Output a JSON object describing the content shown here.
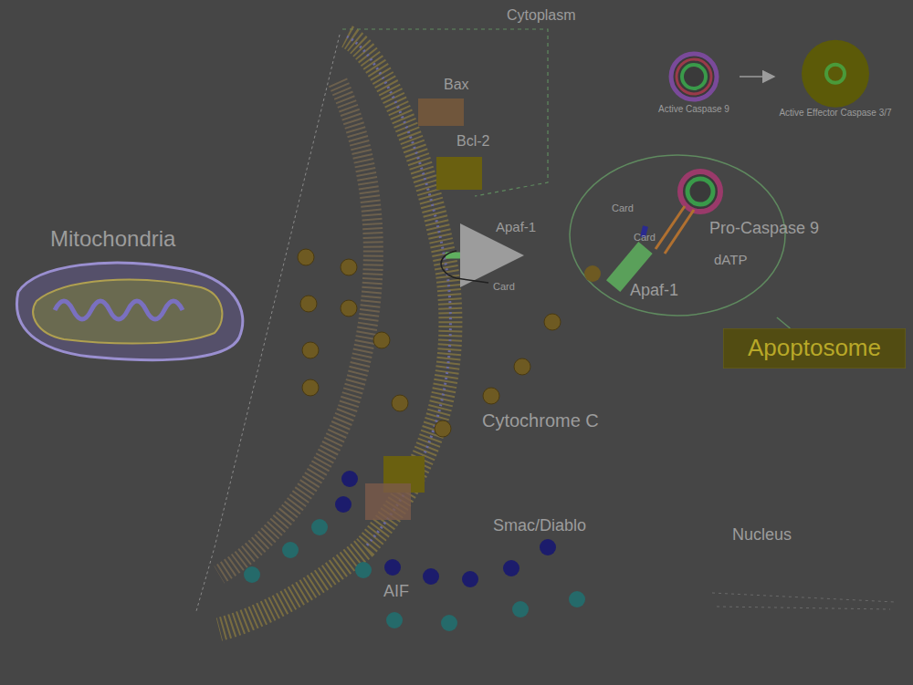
{
  "diagram": {
    "nodes": [
      {
        "text": [
          "Card",
          "Card",
          "Pro-Caspase 9",
          "dATP",
          "Apaf-1"
        ]
      },
      {
        "text": [
          "Apoptosome"
        ]
      },
      {
        "text": [
          "Active Caspase 9"
        ]
      },
      {
        "text": [
          "Active Effector Caspase 3/7"
        ]
      }
    ],
    "edges": [
      {
        "from": 0,
        "to": 1,
        "arrow": "none"
      },
      {
        "from": 2,
        "to": 3,
        "arrow": "to"
      }
    ],
    "labels": [
      "Cytoplasm",
      "Bax",
      "Bcl-2",
      "Mitochondria",
      "Apaf-1",
      "Card",
      "Cytochrome C",
      "Smac/Diablo",
      "Nucleus",
      "AIF"
    ]
  }
}
